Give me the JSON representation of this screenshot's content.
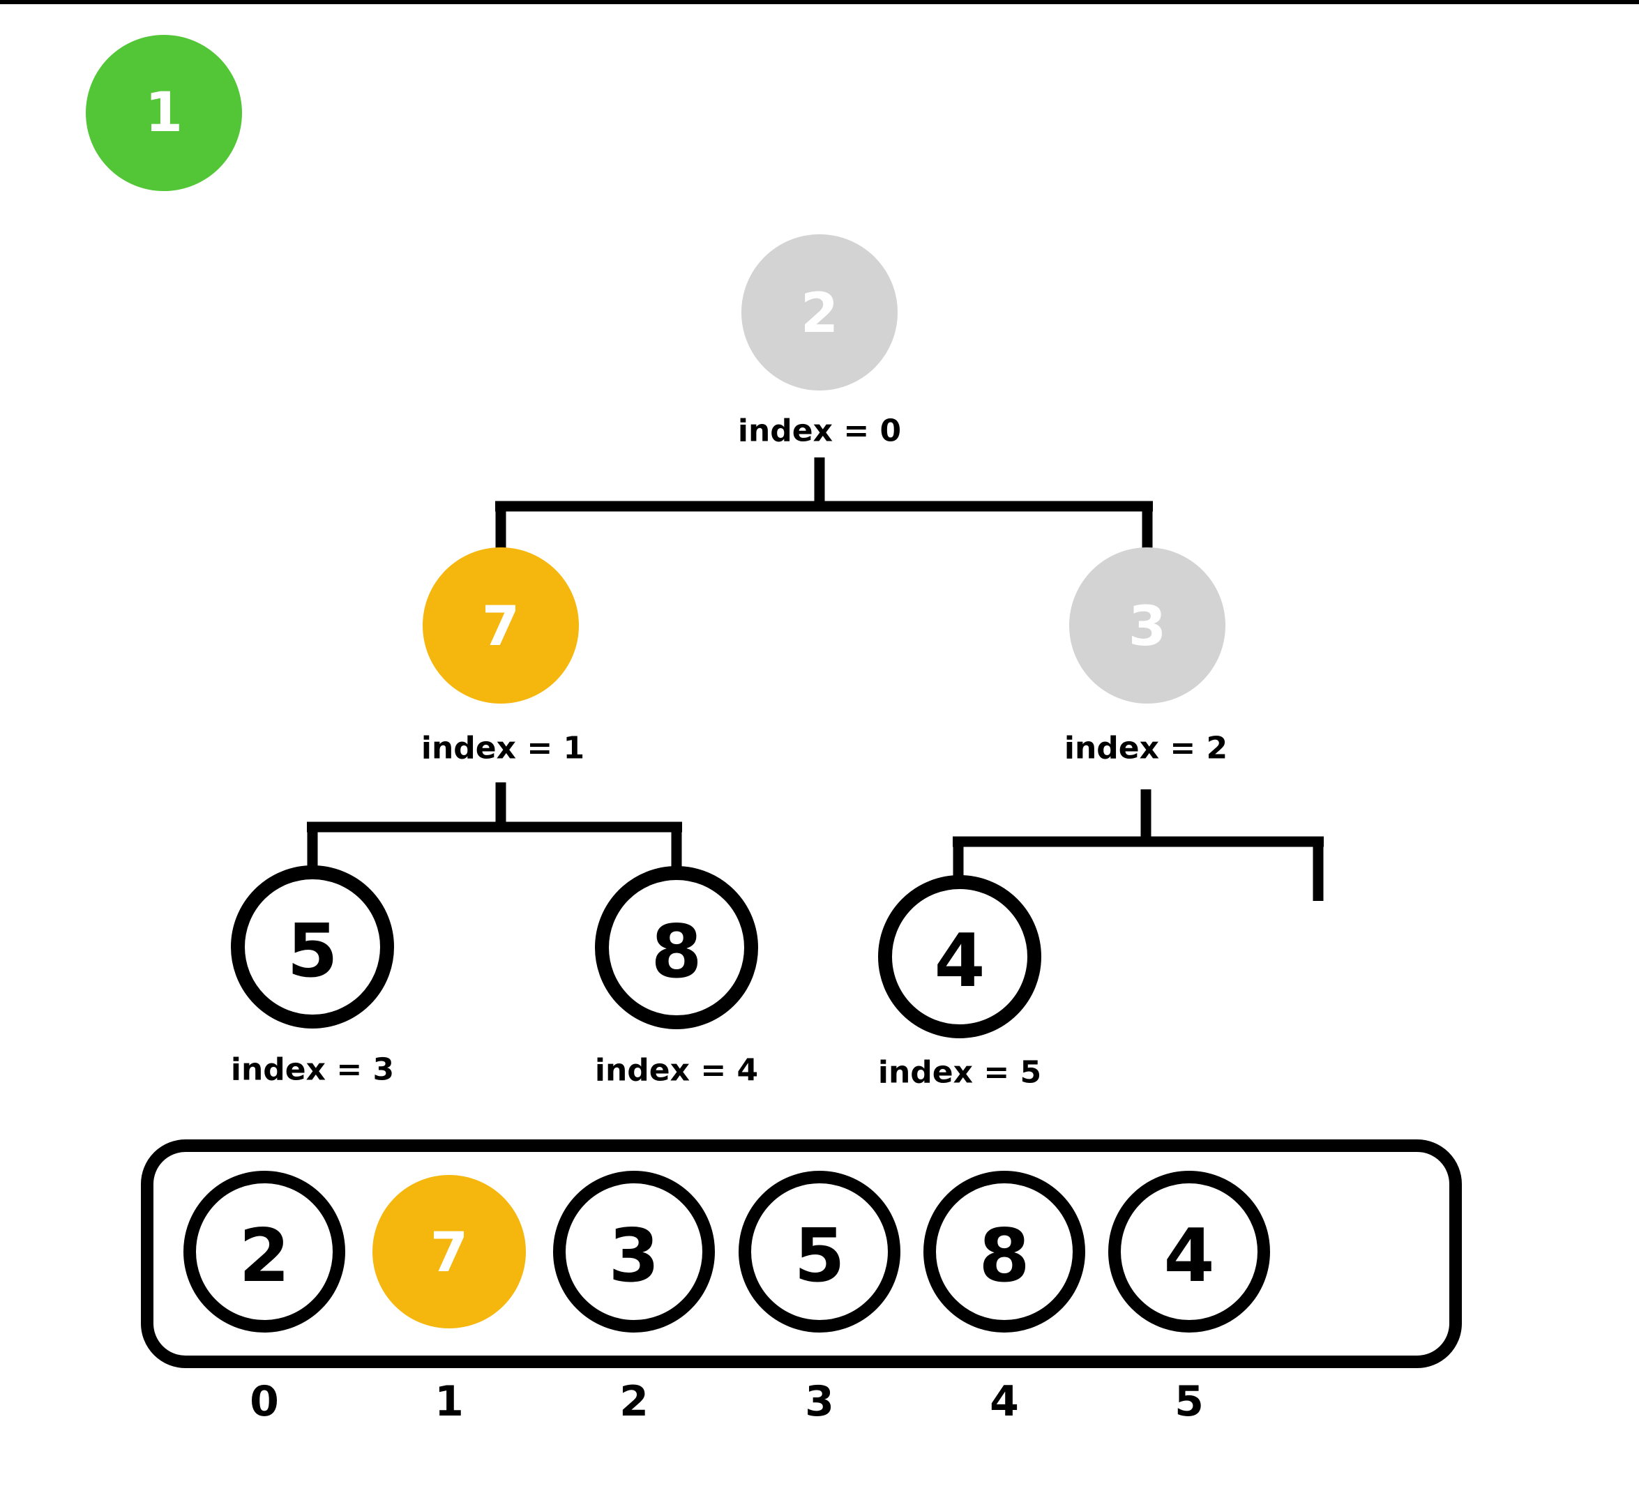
{
  "colors": {
    "green": "#52C636",
    "orange": "#F5B60D",
    "gray": "#D3D3D3",
    "black": "#000000",
    "white": "#FFFFFF"
  },
  "step_badge": {
    "value": "1"
  },
  "tree": {
    "root": {
      "value": "2",
      "index_label": "index = 0"
    },
    "left": {
      "value": "7",
      "index_label": "index = 1"
    },
    "right": {
      "value": "3",
      "index_label": "index = 2"
    },
    "left_left": {
      "value": "5",
      "index_label": "index = 3"
    },
    "left_right": {
      "value": "8",
      "index_label": "index = 4"
    },
    "right_left": {
      "value": "4",
      "index_label": "index = 5"
    }
  },
  "array": {
    "values": [
      "2",
      "7",
      "3",
      "5",
      "8",
      "4"
    ],
    "indices": [
      "0",
      "1",
      "2",
      "3",
      "4",
      "5"
    ]
  }
}
